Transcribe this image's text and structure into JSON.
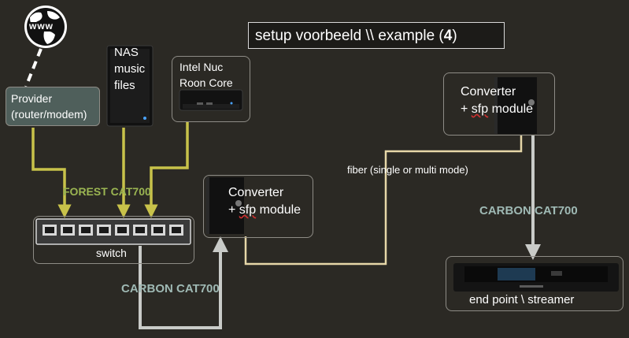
{
  "title": {
    "prefix": "setup voorbeeld \\\\ example (",
    "number": "4",
    "suffix": ")"
  },
  "globe": {
    "text": "www",
    "icon": "globe-icon"
  },
  "provider": {
    "line1": "Provider",
    "line2": "(router/modem)"
  },
  "nas": {
    "line1": "NAS",
    "line2": "music",
    "line3": "files",
    "icon": "nas-device-icon"
  },
  "nuc": {
    "line1": "Intel Nuc",
    "line2": "Roon Core",
    "icon": "mini-pc-icon"
  },
  "forest_label": "FOREST CAT700",
  "switch": {
    "label": "switch",
    "icon": "network-switch-icon"
  },
  "converter_left": {
    "line1": "Converter",
    "line2_prefix": "+ ",
    "line2_sfp": "sfp",
    "line2_suffix": " module",
    "icon": "media-converter-icon"
  },
  "converter_right": {
    "line1": "Converter",
    "line2_prefix": "+ ",
    "line2_sfp": "sfp",
    "line2_suffix": " module",
    "icon": "media-converter-icon"
  },
  "fiber_label": "fiber (single or multi mode)",
  "carbon_left": "CARBON CAT700",
  "carbon_right": "CARBON CAT700",
  "endpoint": {
    "label": "end point \\ streamer",
    "icon": "streamer-icon"
  },
  "colors": {
    "background": "#2b2924",
    "forest_cable": "#c8c24a",
    "forest_text": "#9bb552",
    "carbon_cable": "#c9cbc8",
    "carbon_text": "#9fb9b4",
    "fiber_cable": "#e6d7a8",
    "provider_fill": "#4f5f5b"
  }
}
